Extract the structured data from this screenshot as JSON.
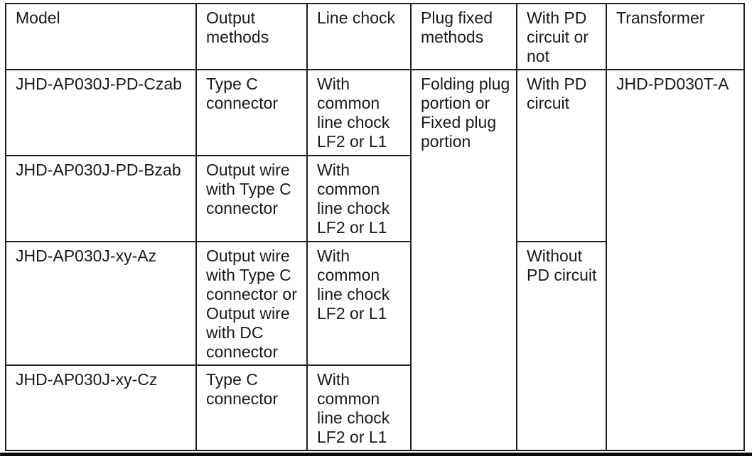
{
  "page": {
    "background_color": "#ffffff",
    "text_color": "#1a1a1a",
    "table_border_color": "#1f1f1f",
    "bottom_rule_color": "#0a0a0a"
  },
  "table": {
    "columns": [
      {
        "key": "model",
        "label": "Model"
      },
      {
        "key": "output_methods",
        "label": "Output\nmethods"
      },
      {
        "key": "line_chock",
        "label": "Line chock"
      },
      {
        "key": "plug_fixed_methods",
        "label": "Plug fixed\nmethods"
      },
      {
        "key": "pd_circuit",
        "label": "With PD\ncircuit or\nnot"
      },
      {
        "key": "transformer",
        "label": "Transformer"
      }
    ],
    "rows": [
      {
        "model": "JHD-AP030J-PD-Czab",
        "output_methods": "Type C\nconnector",
        "line_chock": "With\ncommon\nline chock\nLF2 or L1"
      },
      {
        "model": "JHD-AP030J-PD-Bzab",
        "output_methods": "Output wire\nwith Type C\nconnector",
        "line_chock": "With\ncommon\nline chock\nLF2 or L1"
      },
      {
        "model": "JHD-AP030J-xy-Az",
        "output_methods": "Output wire\nwith Type C\nconnector or\nOutput wire\nwith DC\nconnector",
        "line_chock": "With\ncommon\nline chock\nLF2 or L1"
      },
      {
        "model": "JHD-AP030J-xy-Cz",
        "output_methods": "Type C\nconnector",
        "line_chock": "With\ncommon\nline chock\nLF2 or L1"
      }
    ],
    "merged_cells": {
      "plug_fixed_methods_rows_1_4": "Folding plug\nportion or\nFixed plug\nportion",
      "pd_circuit_rows_1_2": "With PD\ncircuit",
      "pd_circuit_rows_3_4": "Without\nPD circuit",
      "transformer_rows_1_4": "JHD-PD030T-A"
    }
  }
}
